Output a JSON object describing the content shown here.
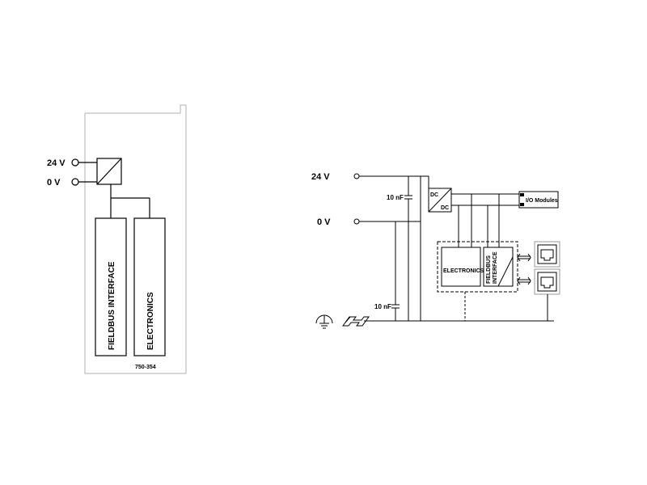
{
  "left_diagram": {
    "terminal_24v": "24 V",
    "terminal_0v": "0 V",
    "block_fieldbus": "FIELDBUS INTERFACE",
    "block_electronics": "ELECTRONICS",
    "part_number": "750-354"
  },
  "right_diagram": {
    "terminal_24v": "24 V",
    "terminal_0v": "0 V",
    "cap_top_label": "10 nF",
    "cap_bottom_label": "10 nF",
    "dcdc_in": "DC",
    "dcdc_out": "DC",
    "io_modules": "I/O Modules",
    "electronics": "ELECTRONICS",
    "fieldbus_line1": "FIELDBUS",
    "fieldbus_line2": "INTERFACE"
  },
  "icons": [
    "ground-icon",
    "din-rail-icon",
    "rj45-port-icon"
  ],
  "colors": {
    "line": "#000000",
    "panel_border": "#b0b0b0",
    "background": "#ffffff"
  }
}
